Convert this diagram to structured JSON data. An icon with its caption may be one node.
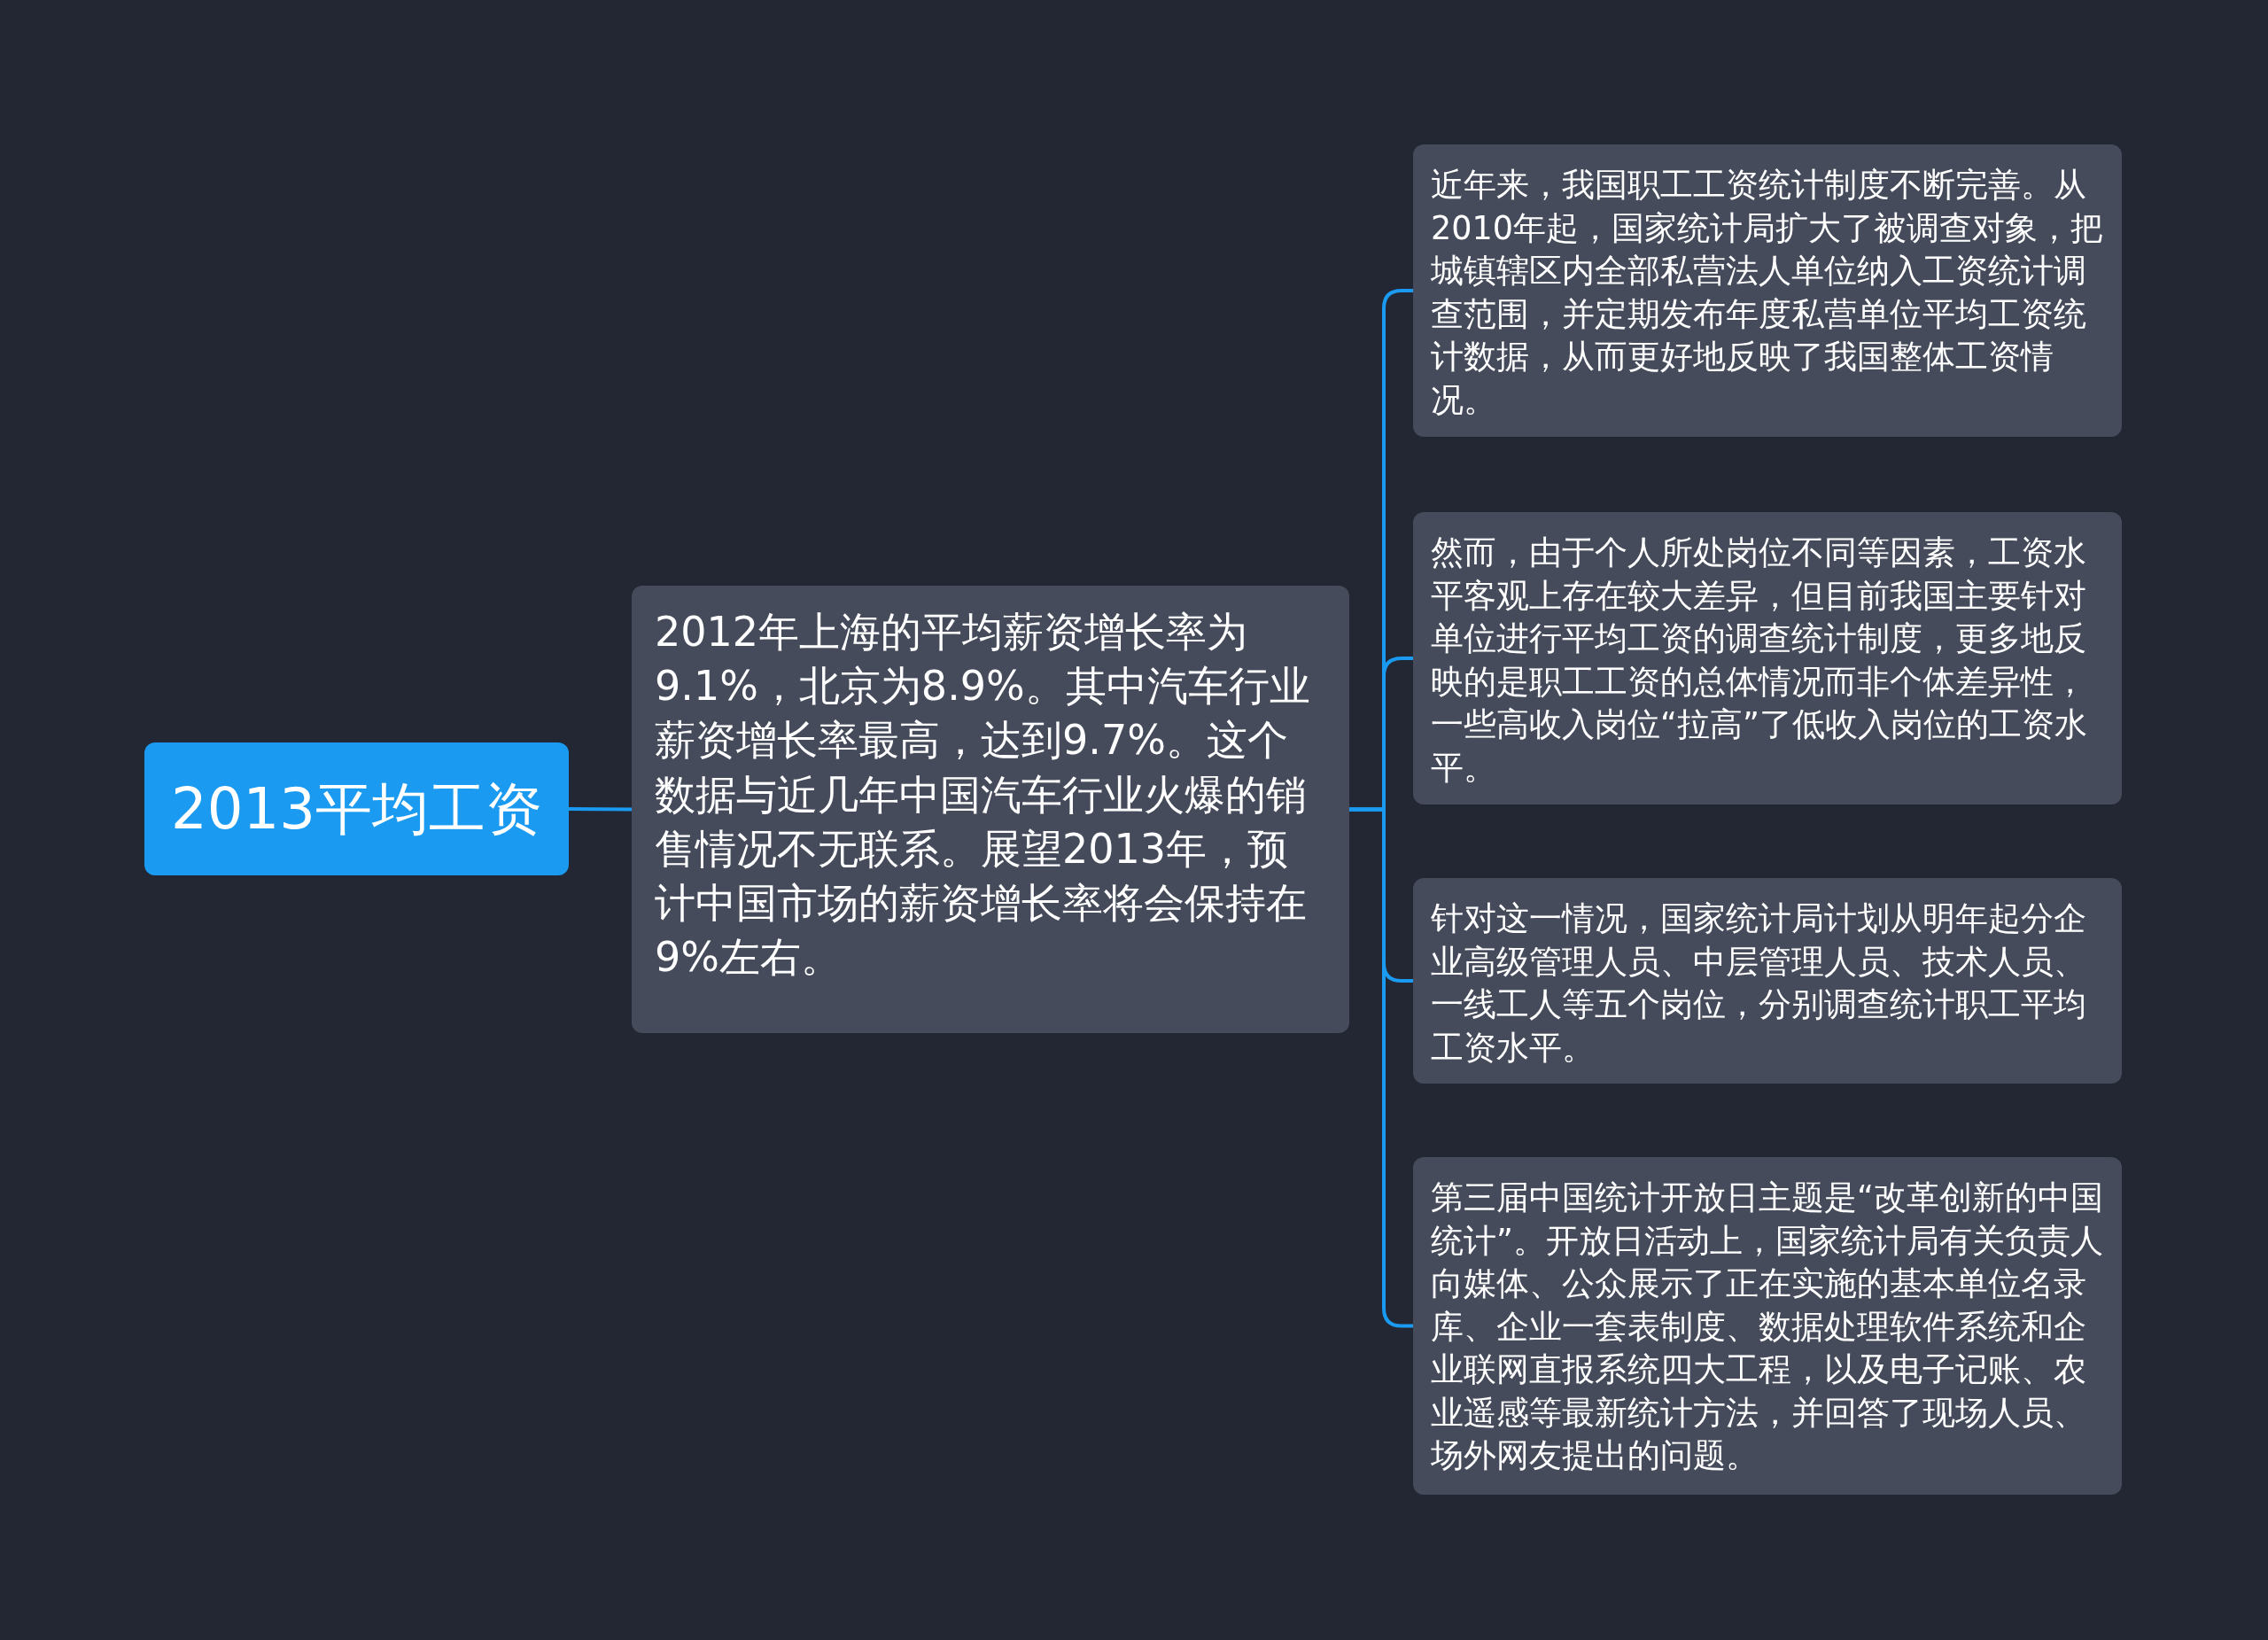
{
  "diagram": {
    "nodes": [
      {
        "text": [
          "2013平均工资"
        ]
      },
      {
        "text": [
          "2012年上海的平均薪资增长率为9.1%，北京为8.9%。其中汽车行业薪资增长率最高，达到9.7%。这个数据与近几年中国汽车行业火爆的销售情况不无联系。展望2013年，预计中国市场的薪资增长率将会保持在9%左右。"
        ]
      },
      {
        "text": [
          "近年来，我国职工工资统计制度不断完善。从2010年起，国家统计局扩大了被调查对象，把城镇辖区内全部私营法人单位纳入工资统计调查范围，并定期发布年度私营单位平均工资统计数据，从而更好地反映了我国整体工资情况。"
        ]
      },
      {
        "text": [
          "然而，由于个人所处岗位不同等因素，工资水平客观上存在较大差异，但目前我国主要针对单位进行平均工资的调查统计制度，更多地反映的是职工工资的总体情况而非个体差异性，一些高收入岗位“拉高”了低收入岗位的工资水平。"
        ]
      },
      {
        "text": [
          "针对这一情况，国家统计局计划从明年起分企业高级管理人员、中层管理人员、技术人员、一线工人等五个岗位，分别调查统计职工平均工资水平。"
        ]
      },
      {
        "text": [
          "第三届中国统计开放日主题是“改革创新的中国统计”。开放日活动上，国家统计局有关负责人向媒体、公众展示了正在实施的基本单位名录库、企业一套表制度、数据处理软件系统和企业联网直报系统四大工程，以及电子记账、农业遥感等最新统计方法，并回答了现场人员、场外网友提出的问题。"
        ]
      }
    ],
    "edges": [
      {
        "from": 0,
        "to": 1,
        "arrow": "none"
      },
      {
        "from": 1,
        "to": 2,
        "arrow": "none"
      },
      {
        "from": 1,
        "to": 3,
        "arrow": "none"
      },
      {
        "from": 1,
        "to": 4,
        "arrow": "none"
      },
      {
        "from": 1,
        "to": 5,
        "arrow": "none"
      }
    ]
  }
}
